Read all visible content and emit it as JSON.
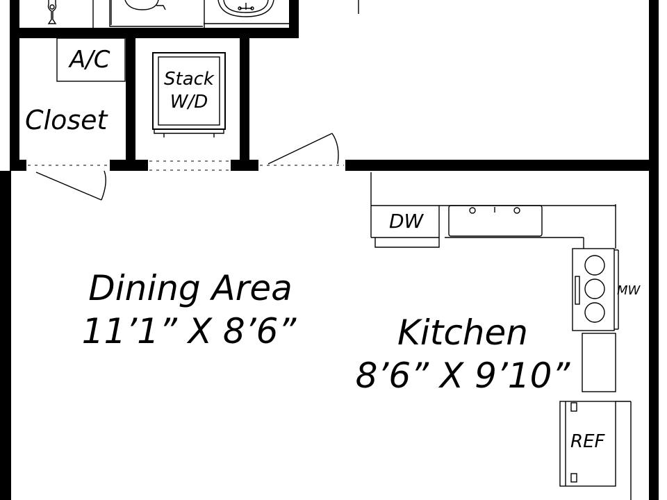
{
  "rooms": {
    "dining": {
      "name": "Dining Area",
      "size": "11’1” X 8’6”"
    },
    "kitchen": {
      "name": "Kitchen",
      "size": "8’6” X 9’10”"
    },
    "closet": {
      "name": "Closet"
    }
  },
  "fixtures": {
    "ac": "A/C",
    "washer_dryer_line1": "Stack",
    "washer_dryer_line2": "W/D",
    "dishwasher": "DW",
    "microwave": "MW",
    "refrigerator": "REF"
  }
}
